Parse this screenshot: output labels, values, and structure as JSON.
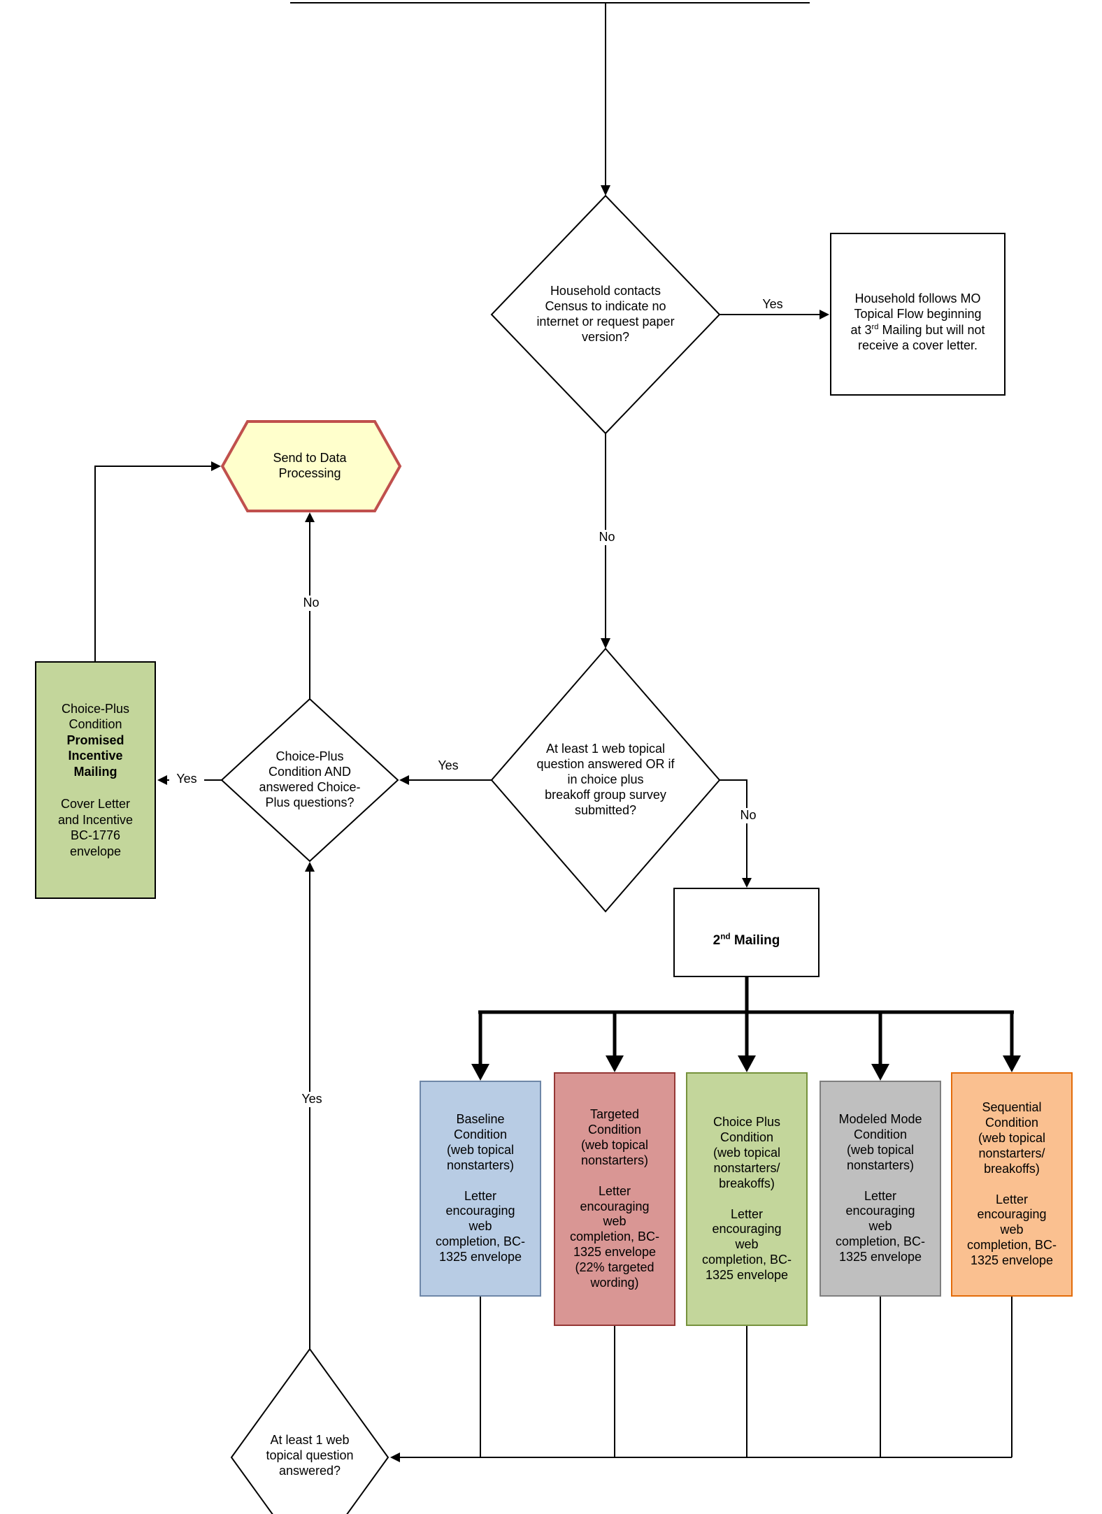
{
  "diagram": {
    "top_decision": {
      "text": "Household contacts\nCensus to indicate no\ninternet or request paper\nversion?"
    },
    "mo_box": {
      "pre": "Household follows MO\nTopical Flow beginning\nat 3",
      "sup": "rd",
      "post": " Mailing but will not\nreceive a cover letter."
    },
    "labels": {
      "household_yes": "Yes",
      "household_no": "No",
      "topical_yes": "Yes",
      "topical_no": "No",
      "choiceplus_yes": "Yes",
      "choiceplus_no": "No",
      "bottom_yes": "Yes"
    },
    "topical_decision": {
      "text": "At least 1 web topical\nquestion answered OR if\nin choice plus\nbreakoff group survey\nsubmitted?"
    },
    "choiceplus_decision": {
      "text": "Choice-Plus\nCondition AND\nanswered Choice-\nPlus questions?"
    },
    "send_to_dp": {
      "text": "Send to Data\nProcessing",
      "fill": "#ffffcc",
      "stroke": "#c0504d"
    },
    "incentive_box": {
      "line1": "Choice-Plus\nCondition",
      "line2": "Promised\nIncentive\nMailing",
      "line3": "Cover Letter\nand Incentive\nBC-1776\nenvelope",
      "fill": "#c3d69b",
      "border": "#000000"
    },
    "second_mailing": {
      "pre": "2",
      "sup": "nd",
      "post": " Mailing"
    },
    "conditions": [
      {
        "title": "Baseline\nCondition\n(web topical\nnonstarters)",
        "body": "Letter\nencouraging\nweb\ncompletion, BC-\n1325 envelope",
        "fill": "#b8cce4",
        "border": "#6e87a8"
      },
      {
        "title": "Targeted\nCondition\n(web topical\nnonstarters)",
        "body": "Letter\nencouraging\nweb\ncompletion, BC-\n1325 envelope\n(22% targeted\nwording)",
        "fill": "#d99694",
        "border": "#953735"
      },
      {
        "title": "Choice Plus\nCondition\n(web topical\nnonstarters/\nbreakoffs)",
        "body": "Letter\nencouraging\nweb\ncompletion, BC-\n1325 envelope",
        "fill": "#c3d69b",
        "border": "#76923c"
      },
      {
        "title": "Modeled Mode\nCondition\n(web topical\nnonstarters)",
        "body": "Letter\nencouraging\nweb\ncompletion, BC-\n1325 envelope",
        "fill": "#bfbfbf",
        "border": "#7f7f7f"
      },
      {
        "title": "Sequential\nCondition\n(web topical\nnonstarters/\nbreakoffs)",
        "body": "Letter\nencouraging\nweb\ncompletion, BC-\n1325 envelope",
        "fill": "#fac090",
        "border": "#e36c0a"
      }
    ],
    "bottom_decision": {
      "text": "At least 1 web\ntopical question\nanswered?"
    }
  }
}
